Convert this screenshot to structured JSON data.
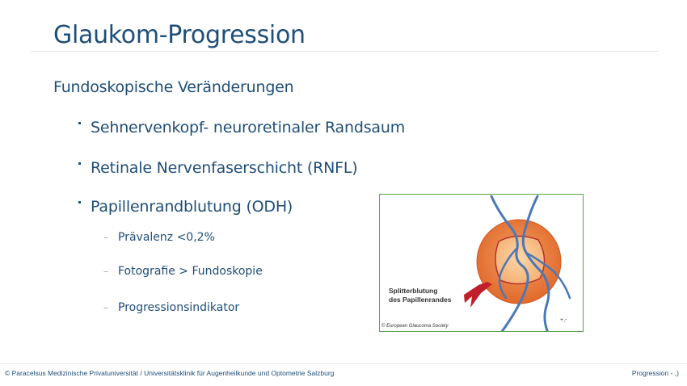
{
  "slide": {
    "title": "Glaukom-Progression",
    "subtitle": "Fundoskopische Veränderungen",
    "bullets": [
      {
        "text": "Sehnervenkopf- neuroretinaler Randsaum"
      },
      {
        "text": "Retinale Nervenfaserschicht (RNFL)"
      },
      {
        "text": "Papillenrandblutung (ODH)"
      }
    ],
    "subbullets": [
      {
        "text": "Prävalenz <0,2%"
      },
      {
        "text": "Fotografie > Fundoskopie"
      },
      {
        "text": "Progressionsindikator"
      }
    ],
    "sub_marker": "–"
  },
  "figure": {
    "label_line1": "Splitterblutung",
    "label_line2": "des Papillenrandes",
    "credit": "© European Glaucoma Society",
    "code": "+,-"
  },
  "footer": {
    "left": "© Paracelsus Medizinische Privatuniversität / Universitätsklinik für Augenheilkunde und Optometrie Salzburg",
    "right": "Progression - ,)"
  },
  "colors": {
    "accent": "#1f4e79",
    "disc_outer": "#e8793b",
    "disc_cup": "#f8c391",
    "vessel": "#4a78b8",
    "hemorrhage": "#c21e2a",
    "frame": "#56a64b"
  }
}
